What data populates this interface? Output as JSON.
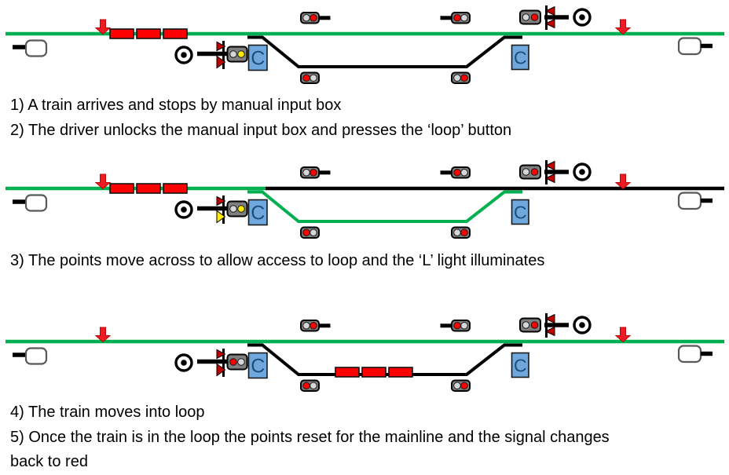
{
  "colors": {
    "track_green": "#00B050",
    "track_black": "#000000",
    "train_red": "#FF0000",
    "arrow_red": "#ED1C24",
    "signal_red": "#FF0000",
    "signal_yellow": "#FFEB00",
    "signal_off_light": "#D6D6D6",
    "signal_head_fill": "#7F7F7F",
    "feather_dark": "#C00000",
    "c_box_fill": "#6FA8DC",
    "c_box_text": "#1F4E79",
    "end_box_border": "#595959"
  },
  "panels": [
    {
      "name": "before-arrival-and-request",
      "c_label": "C",
      "mainline_left_color": "green",
      "mainline_right_color": "green",
      "loop_track_color": "black",
      "train_position": "main",
      "signals": {
        "top_left": [
          "off",
          "red"
        ],
        "top_right": [
          "red",
          "off"
        ],
        "bottom_left": [
          "red",
          "off"
        ],
        "bottom_right": [
          "off",
          "red"
        ],
        "junction_left": {
          "lights": [
            "off",
            "yellow"
          ],
          "feathers": [
            "red",
            "red"
          ]
        },
        "junction_right": {
          "lights": [
            "off",
            "red"
          ],
          "feathers": [
            "red",
            "red"
          ]
        }
      }
    },
    {
      "name": "points-set-for-loop",
      "c_label": "C",
      "mainline_left_color": "green",
      "mainline_right_color": "black",
      "loop_track_color": "green",
      "train_position": "main",
      "signals": {
        "top_left": [
          "off",
          "red"
        ],
        "top_right": [
          "red",
          "off"
        ],
        "bottom_left": [
          "red",
          "off"
        ],
        "bottom_right": [
          "off",
          "red"
        ],
        "junction_left": {
          "lights": [
            "off",
            "yellow"
          ],
          "feathers": [
            "red",
            "yellow"
          ]
        },
        "junction_right": {
          "lights": [
            "off",
            "red"
          ],
          "feathers": [
            "red",
            "red"
          ]
        }
      }
    },
    {
      "name": "train-in-loop",
      "c_label": "C",
      "mainline_left_color": "green",
      "mainline_right_color": "green",
      "loop_track_color": "black",
      "train_position": "loop",
      "signals": {
        "top_left": [
          "off",
          "red"
        ],
        "top_right": [
          "red",
          "off"
        ],
        "bottom_left": [
          "red",
          "off"
        ],
        "bottom_right": [
          "off",
          "red"
        ],
        "junction_left": {
          "lights": [
            "red",
            "off"
          ],
          "feathers": [
            "red",
            "red"
          ]
        },
        "junction_right": {
          "lights": [
            "off",
            "red"
          ],
          "feathers": [
            "red",
            "red"
          ]
        }
      }
    }
  ],
  "steps": {
    "block1": [
      "1) A train arrives and stops by manual input box",
      "2) The driver unlocks the manual input box and presses the ‘loop’ button"
    ],
    "block2": [
      "3) The points move across to allow access to loop and the ‘L’ light illuminates"
    ],
    "block3": [
      "4) The train moves into loop",
      "5) Once the train is in the loop the points reset for the mainline and the signal changes",
      "back to red"
    ]
  }
}
